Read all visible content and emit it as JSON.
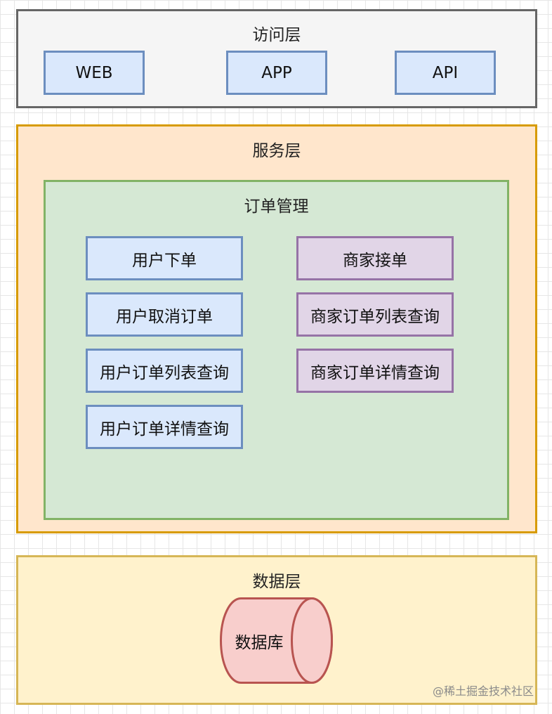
{
  "access_layer": {
    "title": "访问层",
    "items": [
      "WEB",
      "APP",
      "API"
    ]
  },
  "service_layer": {
    "title": "服务层",
    "order_management": {
      "title": "订单管理",
      "user_items": [
        "用户下单",
        "用户取消订单",
        "用户订单列表查询",
        "用户订单详情查询"
      ],
      "merchant_items": [
        "商家接单",
        "商家订单列表查询",
        "商家订单详情查询"
      ]
    }
  },
  "data_layer": {
    "title": "数据层",
    "database": "数据库"
  },
  "watermark": "@稀土掘金技术社区",
  "colors": {
    "access_fill": "#f5f5f5",
    "access_stroke": "#666666",
    "service_fill": "#ffe6cc",
    "service_stroke": "#d79b00",
    "order_fill": "#d5e8d4",
    "order_stroke": "#82b366",
    "user_fill": "#dae8fc",
    "user_stroke": "#6c8ebf",
    "merchant_fill": "#e1d5e7",
    "merchant_stroke": "#9673a6",
    "data_fill": "#fff2cc",
    "data_stroke": "#d6b656",
    "database_fill": "#f8cecc",
    "database_stroke": "#b85450"
  }
}
